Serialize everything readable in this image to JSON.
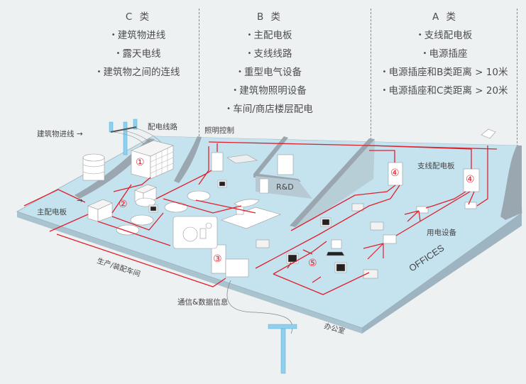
{
  "categories": {
    "c": {
      "title": "C 类",
      "items": [
        "建筑物进线",
        "露天电线",
        "建筑物之间的连线"
      ]
    },
    "b": {
      "title": "B 类",
      "items": [
        "主配电板",
        "支线线路",
        "重型电气设备",
        "建筑物照明设备",
        "车间/商店楼层配电"
      ]
    },
    "a": {
      "title": "A 类",
      "items": [
        "支线配电板",
        "电源插座",
        "电源插座和B类距离 > 10米",
        "电源插座和C类距离 > 20米"
      ]
    }
  },
  "labels": {
    "building_entry": "建筑物进线",
    "distribution_lines": "配电线路",
    "lighting_control": "照明控制",
    "main_panel": "主配电板",
    "branch_panel": "支线配电板",
    "rnd": "R&D",
    "equipment": "用电设备",
    "offices": "OFFICES",
    "production": "生产/装配车间",
    "telecom": "通信&数据信息",
    "office_room": "办公室"
  },
  "markers": [
    "①",
    "②",
    "③",
    "④",
    "④",
    "⑤"
  ],
  "colors": {
    "background": "#eef1f2",
    "floor": "#c4e3ef",
    "floor_edge": "#a9c3cf",
    "wall": "#9aa7b1",
    "wire": "#e0202c",
    "pole": "#8fd0ee",
    "text": "#4d4d4d"
  }
}
